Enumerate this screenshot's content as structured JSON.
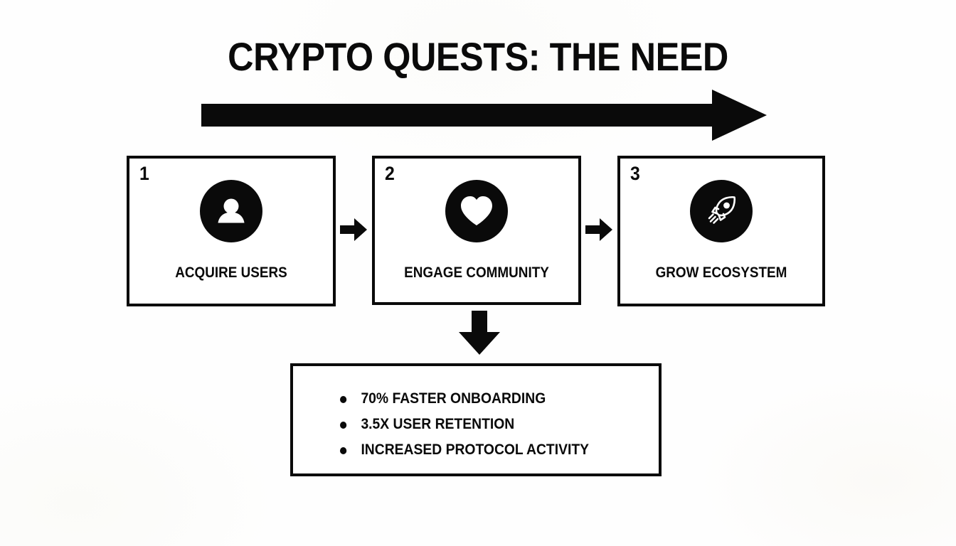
{
  "slide": {
    "title": "CRYPTO QUESTS: THE NEED",
    "background_color": "#fefefe",
    "ink_color": "#0a0a0a"
  },
  "flow_arrow": {
    "direction": "right",
    "label": "progress-arrow"
  },
  "steps": [
    {
      "number": "1",
      "label": "ACQUIRE USERS",
      "icon": "user-icon"
    },
    {
      "number": "2",
      "label": "ENGAGE COMMUNITY",
      "icon": "heart-icon"
    },
    {
      "number": "3",
      "label": "GROW ECOSYSTEM",
      "icon": "rocket-icon"
    }
  ],
  "connectors": [
    {
      "name": "arrow-step1-to-step2",
      "direction": "right"
    },
    {
      "name": "arrow-step2-to-step3",
      "direction": "right"
    },
    {
      "name": "arrow-step2-to-results",
      "direction": "down"
    }
  ],
  "results": {
    "bullets": [
      "70% FASTER ONBOARDING",
      "3.5X USER RETENTION",
      "INCREASED PROTOCOL ACTIVITY"
    ]
  }
}
